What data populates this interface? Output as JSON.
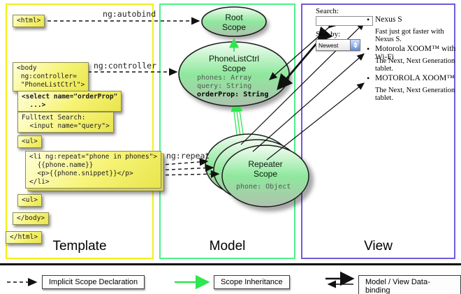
{
  "template_column": {
    "label": "Template",
    "code_boxes": {
      "html_open": "<html>",
      "body_open": "<body\n ng:controller=\n \"PhoneListCtrl\">",
      "select_box": "<select name=\"orderProp\"\n  ...>",
      "fulltext_box": "Fulltext Search:\n  <input name=\"query\">",
      "ul_open": "<ul>",
      "li_repeat": "<li ng:repeat=\"phone in phones\">\n  {{phone.name}}\n  <p>{{phone.snippet}}</p>\n</li>",
      "ul_close": "<ul>",
      "body_close": "</body>",
      "html_close": "</html>"
    },
    "arrow_labels": {
      "autobind": "ng:autobind",
      "controller": "ng:controller",
      "repeat": "ng:repeat"
    }
  },
  "model_column": {
    "label": "Model",
    "root_scope": {
      "title": "Root\nScope"
    },
    "phonelist_scope": {
      "title": "PhoneListCtrl\nScope",
      "props": [
        "phones: Array",
        "query: String"
      ],
      "bold_prop": "orderProp: String"
    },
    "repeater_scope": {
      "title": "Repeater\nScope",
      "prop": "phone: Object"
    }
  },
  "view_column": {
    "label": "View",
    "search_label": "Search:",
    "sort_label": "Sort by:",
    "sort_value": "Newest",
    "items": [
      {
        "name": "Nexus S",
        "desc": "Fast just got faster with Nexus S."
      },
      {
        "name": "Motorola XOOM™ with Wi-Fi",
        "desc": "The Next, Next Generation tablet."
      },
      {
        "name": "MOTOROLA XOOM™",
        "desc": "The Next, Next Generation tablet."
      }
    ]
  },
  "legend": {
    "implicit": "Implicit Scope Declaration",
    "inheritance": "Scope Inheritance",
    "databinding": "Model / View Data-binding"
  },
  "colors": {
    "template_border": "#f2ef18",
    "model_border": "#4ef08a",
    "view_border": "#6e5cd6",
    "scope_green": "#8fe89d",
    "inheritance_arrow": "#2ee64e",
    "code_box_yellow": "#f6f375"
  }
}
